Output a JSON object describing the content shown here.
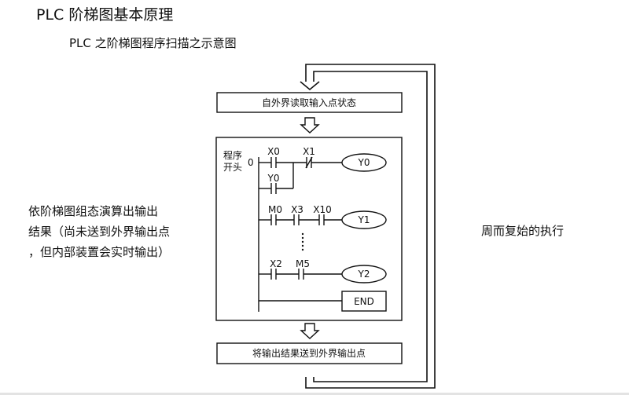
{
  "slide": {
    "title": "PLC 阶梯图基本原理",
    "subtitle": "PLC 之阶梯图程序扫描之示意图",
    "left_note": [
      "依阶梯图组态演算出输出",
      "结果（尚未送到外界输出点",
      "，但内部装置会实时输出）"
    ],
    "right_note": "周而复始的执行"
  },
  "diagram": {
    "step_read": "自外界读取输入点状态",
    "step_write": "将输出结果送到外界输出点",
    "program_label": [
      "程序",
      "开头"
    ],
    "rung_start_number": "0",
    "contacts": [
      "X0",
      "X1",
      "Y0",
      "M0",
      "X3",
      "X10",
      "X2",
      "M5"
    ],
    "coils": [
      "Y0",
      "Y1",
      "Y2"
    ],
    "end_label": "END"
  }
}
